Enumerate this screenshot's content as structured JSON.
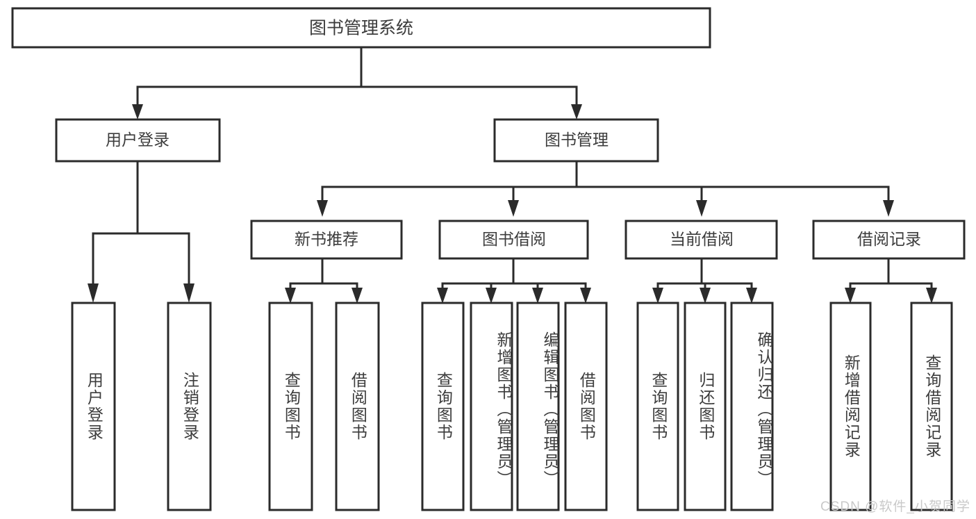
{
  "diagram": {
    "type": "tree-hierarchy",
    "title": "图书管理系统",
    "watermark": "CSDN @软件_小贺同学",
    "colors": {
      "stroke": "#2b2b2b",
      "box_fill": "#ffffff",
      "text": "#3c3c3c",
      "watermark": "#c9c9c9",
      "background": "#ffffff"
    },
    "levels": {
      "root": {
        "label": "图书管理系统"
      },
      "level2": [
        {
          "label": "用户登录"
        },
        {
          "label": "图书管理"
        }
      ],
      "level3": [
        {
          "label": "新书推荐"
        },
        {
          "label": "图书借阅"
        },
        {
          "label": "当前借阅"
        },
        {
          "label": "借阅记录"
        }
      ]
    },
    "leaves": {
      "user_login": [
        {
          "label": "用户登录"
        },
        {
          "label": "注销登录"
        }
      ],
      "new_book_recommend": [
        {
          "label": "查询图书"
        },
        {
          "label": "借阅图书"
        }
      ],
      "book_borrow": [
        {
          "label": "查询图书"
        },
        {
          "label": "新增图书（管理员）"
        },
        {
          "label": "编辑图书（管理员）"
        },
        {
          "label": "借阅图书"
        }
      ],
      "current_borrow": [
        {
          "label": "查询图书"
        },
        {
          "label": "归还图书"
        },
        {
          "label": "确认归还（管理员）"
        }
      ],
      "borrow_record": [
        {
          "label": "新增借阅记录"
        },
        {
          "label": "查询借阅记录"
        }
      ]
    }
  }
}
